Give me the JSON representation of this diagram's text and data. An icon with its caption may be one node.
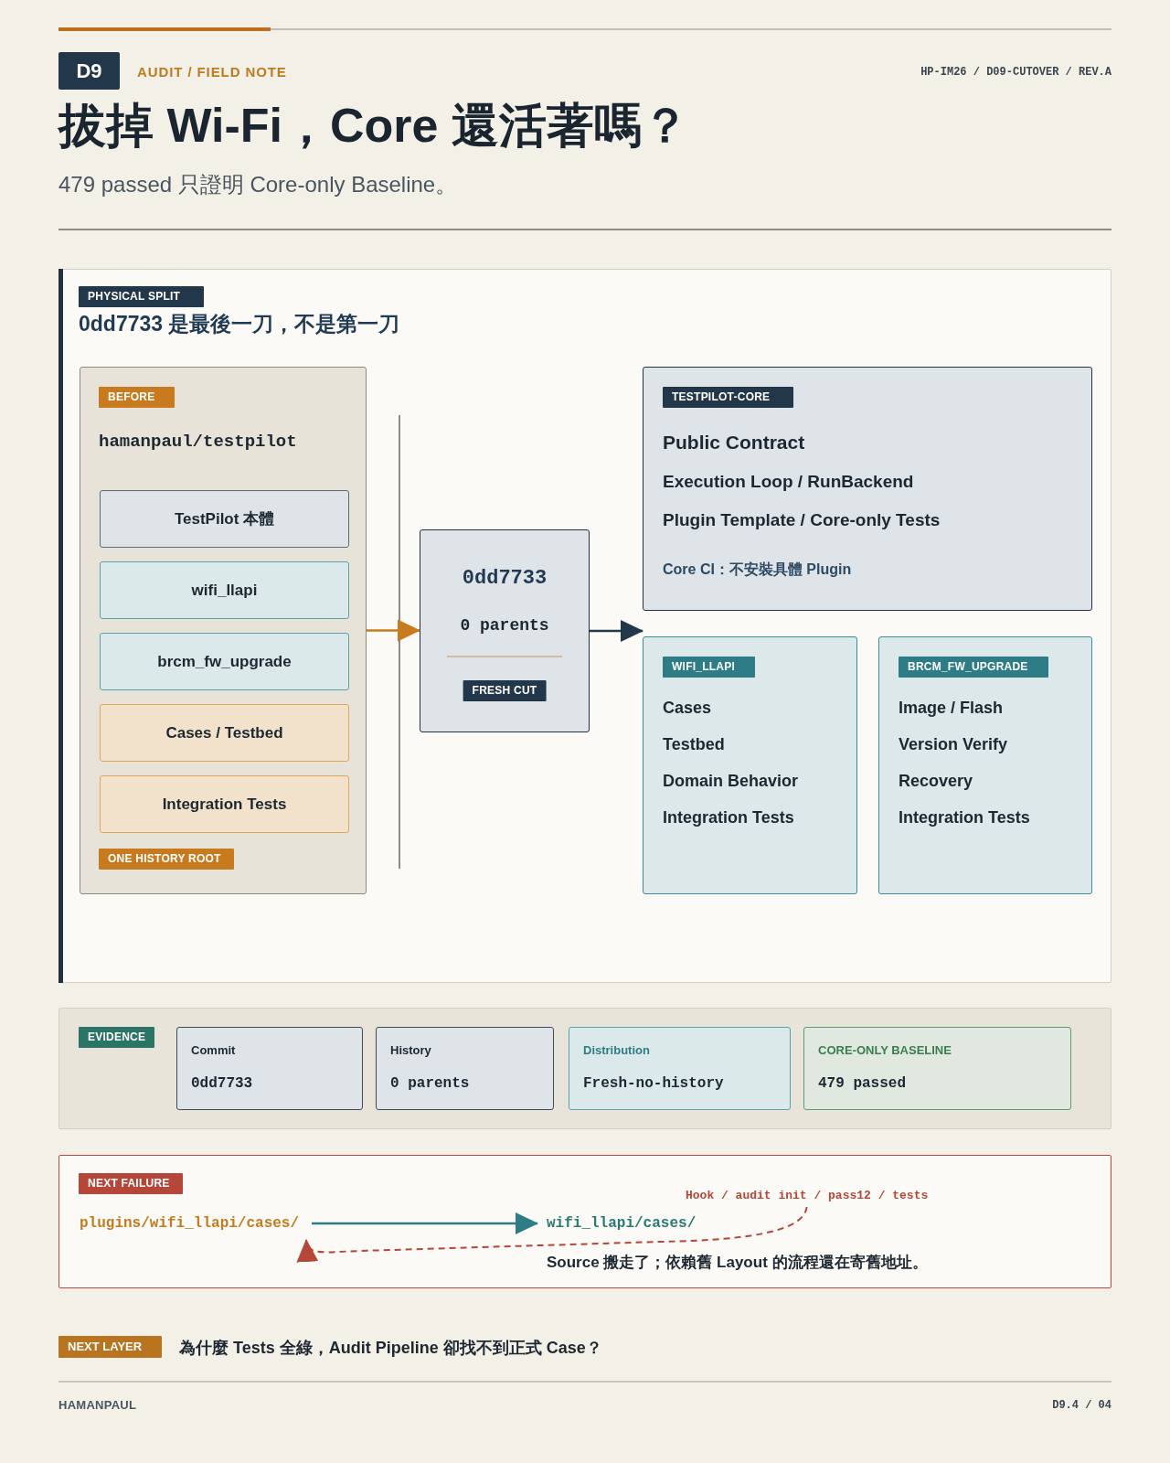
{
  "diagram": {
    "title": "拔掉 Wi-Fi，Core 還活著嗎？",
    "nodes": [
      {
        "text": [
          "PHYSICAL SPLIT",
          "0dd7733 是最後一刀，不是第一刀"
        ]
      },
      {
        "text": [
          "BEFORE",
          "hamanpaul/testpilot",
          "ONE HISTORY ROOT"
        ],
        "in": 0
      },
      {
        "text": [
          "TestPilot 本體"
        ],
        "in": 1
      },
      {
        "text": [
          "wifi_llapi"
        ],
        "in": 1
      },
      {
        "text": [
          "brcm_fw_upgrade"
        ],
        "in": 1
      },
      {
        "text": [
          "Cases / Testbed"
        ],
        "in": 1
      },
      {
        "text": [
          "Integration Tests"
        ],
        "in": 1
      },
      {
        "text": [
          "0dd7733",
          "0 parents",
          "FRESH CUT"
        ],
        "in": 0
      },
      {
        "text": [
          "TESTPILOT-CORE",
          "Public Contract",
          "Execution Loop / RunBackend",
          "Plugin Template / Core-only Tests",
          "Core CI：不安裝具體 Plugin"
        ],
        "in": 0
      },
      {
        "text": [
          "WIFI_LLAPI",
          "Cases",
          "Testbed",
          "Domain Behavior",
          "Integration Tests"
        ],
        "in": 0
      },
      {
        "text": [
          "BRCM_FW_UPGRADE",
          "Image / Flash",
          "Version Verify",
          "Recovery",
          "Integration Tests"
        ],
        "in": 0
      },
      {
        "text": [
          "EVIDENCE"
        ]
      },
      {
        "text": [
          "Commit",
          "0dd7733"
        ],
        "in": 11
      },
      {
        "text": [
          "History",
          "0 parents"
        ],
        "in": 11
      },
      {
        "text": [
          "Distribution",
          "Fresh-no-history"
        ],
        "in": 11
      },
      {
        "text": [
          "CORE-ONLY BASELINE",
          "479 passed"
        ],
        "in": 11
      },
      {
        "text": [
          "NEXT FAILURE",
          "Source 搬走了；依賴舊 Layout 的流程還在寄舊地址。"
        ]
      },
      {
        "text": [
          "plugins/wifi_llapi/cases/"
        ],
        "in": 16
      },
      {
        "text": [
          "wifi_llapi/cases/"
        ],
        "in": 16
      },
      {
        "text": [
          "Hook / audit init / pass12 / tests"
        ],
        "in": 16
      }
    ],
    "edges": [
      {
        "from": 1,
        "to": 7,
        "arrow": "to",
        "color": "#c87a1e"
      },
      {
        "from": 7,
        "to": 9,
        "arrow": "to",
        "color": "#22384a"
      },
      {
        "from": 17,
        "to": 18,
        "arrow": "to",
        "color": "#2e7d86"
      },
      {
        "from": 19,
        "to": 17,
        "arrow": "to",
        "style": "dashed",
        "color": "#b5473a"
      }
    ],
    "labels": [
      "D9",
      "AUDIT / FIELD NOTE",
      "HP-IM26 / D09-CUTOVER / REV.A",
      "479 passed 只證明 Core-only Baseline。",
      "NEXT LAYER",
      "為什麼 Tests 全綠，Audit Pipeline 卻找不到正式 Case？",
      "HAMANPAUL",
      "D9.4 / 04"
    ]
  }
}
